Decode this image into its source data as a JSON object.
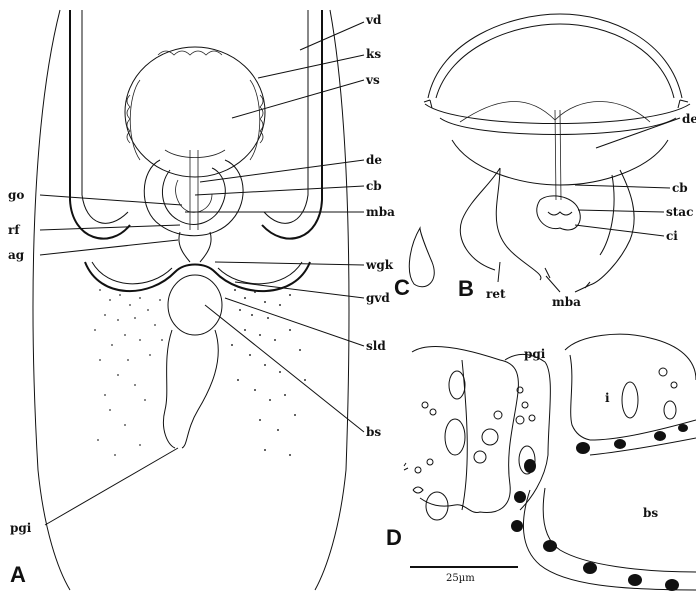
{
  "panels": {
    "a": "A",
    "b": "B",
    "c": "C",
    "d": "D"
  },
  "labels": {
    "vd": "vd",
    "ks": "ks",
    "vs": "vs",
    "de": "de",
    "cb": "cb",
    "go": "go",
    "mba": "mba",
    "rf": "rf",
    "ag": "ag",
    "wgk": "wgk",
    "gvd": "gvd",
    "sld": "sld",
    "bs": "bs",
    "pgi": "pgi",
    "b_de": "de",
    "b_cb": "cb",
    "b_stac": "stac",
    "b_ci": "ci",
    "b_ret": "ret",
    "b_mba": "mba",
    "d_pgi": "pgi",
    "d_i": "i",
    "d_bs": "bs"
  },
  "scale_bar": {
    "label": "25µm"
  }
}
